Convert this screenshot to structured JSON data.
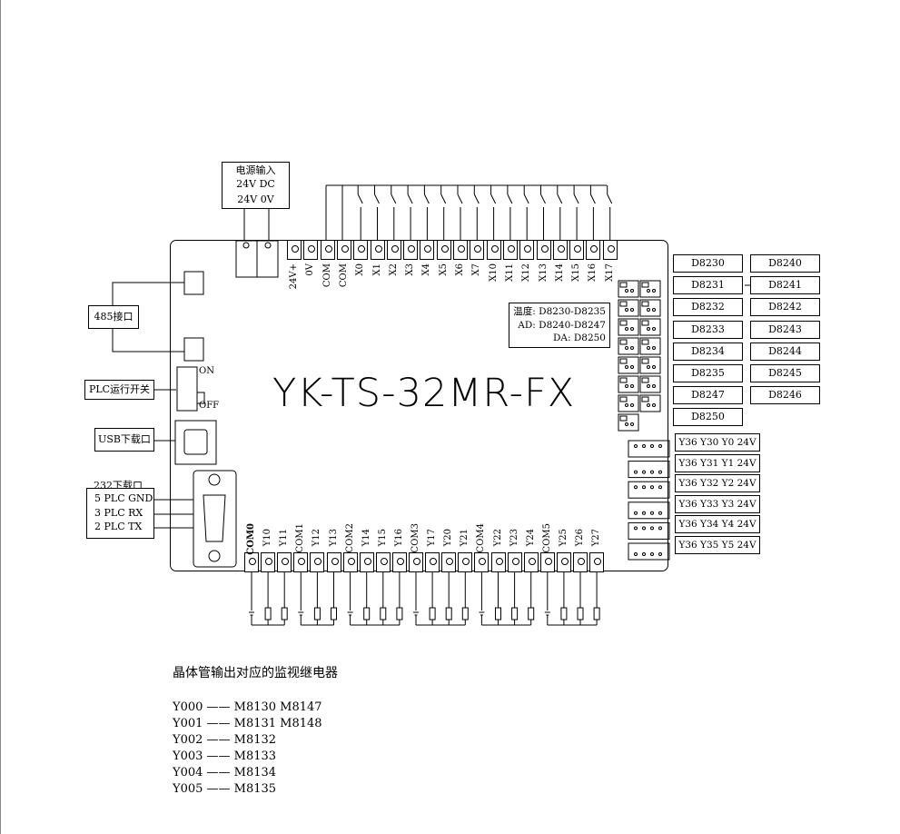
{
  "power": {
    "title": "电源输入",
    "line2": "24V DC",
    "line3": "24V 0V"
  },
  "top_terminals": [
    "24V+",
    "0V",
    "COM",
    "COM",
    "X0",
    "X1",
    "X2",
    "X3",
    "X4",
    "X5",
    "X6",
    "X7",
    "X10",
    "X11",
    "X12",
    "X13",
    "X14",
    "X15",
    "X16",
    "X17"
  ],
  "bottom_terminals": [
    "COM0",
    "Y10",
    "Y11",
    "COM1",
    "Y12",
    "Y13",
    "COM2",
    "Y14",
    "Y15",
    "Y16",
    "COM3",
    "Y17",
    "Y20",
    "Y21",
    "COM4",
    "Y22",
    "Y23",
    "Y24",
    "COM5",
    "Y25",
    "Y26",
    "Y27"
  ],
  "left_labels": {
    "port485": "485接口",
    "run_switch": "PLC运行开关",
    "on": "ON",
    "off": "OFF",
    "usb": "USB下载口",
    "rs232_title": "232下载口",
    "rs232_lines": [
      "5 PLC GND",
      "3 PLC RX",
      "2 PLC TX"
    ]
  },
  "model": "YK-TS-32MR-FX",
  "register_info": {
    "temp": "温度: D8230-D8235",
    "ad": "AD: D8240-D8247",
    "da": "DA: D8250"
  },
  "d_col1": [
    "D8230",
    "D8231",
    "D8232",
    "D8233",
    "D8234",
    "D8235",
    "D8247",
    "D8250"
  ],
  "d_col2": [
    "D8240",
    "D8241",
    "D8242",
    "D8243",
    "D8244",
    "D8245",
    "D8246"
  ],
  "y_boxes": [
    "Y36 Y30 Y0 24V",
    "Y36 Y31 Y1 24V",
    "Y36 Y32 Y2 24V",
    "Y36 Y33 Y3 24V",
    "Y36 Y34 Y4 24V",
    "Y36 Y35 Y5 24V"
  ],
  "notes": {
    "title": "晶体管输出对应的监视继电器",
    "mappings": [
      "Y000 —— M8130 M8147",
      "Y001 —— M8131 M8148",
      "Y002 —— M8132",
      "Y003 —— M8133",
      "Y004 —— M8134",
      "Y005 —— M8135"
    ]
  }
}
